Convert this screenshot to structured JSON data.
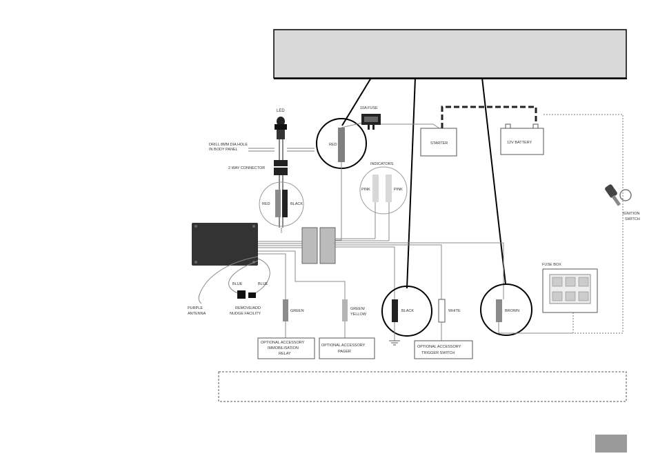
{
  "labels": {
    "led": "LED",
    "drill_line1": "DRILL 8MM DIA HOLE",
    "drill_line2": "IN BODY PANEL",
    "two_way_connector": "2 WAY CONNECTOR",
    "led_red": "RED",
    "led_black": "BLACK",
    "fuse_10a": "10A FUSE",
    "red_wire": "RED",
    "indicators": "INDICATORS",
    "pink_left": "PINK",
    "pink_right": "PINK",
    "starter": "STARTER",
    "battery": "12V BATTERY",
    "ignition_line1": "IGNITION",
    "ignition_line2": "SWITCH",
    "fuse_box": "FUSE BOX",
    "blue_left": "BLUE",
    "blue_right": "BLUE",
    "purple_line1": "PURPLE",
    "purple_line2": "ANTENNA",
    "nudge_line1": "REMOVE/ADD",
    "nudge_line2": "NUDGE FACILITY",
    "green": "GREEN",
    "green_yellow_line1": "GREEN/",
    "green_yellow_line2": "YELLOW",
    "black": "BLACK",
    "white": "WHITE",
    "brown": "BROWN",
    "relay_line1": "OPTIONAL ACCESSORY",
    "relay_line2": "IMMOBILISATION",
    "relay_line3": "RELAY",
    "pager_line1": "OPTIONAL ACCESSORY",
    "pager_line2": "PAGER",
    "trigger_line1": "OPTIONAL ACCESSORY",
    "trigger_line2": "TRIGGER SWITCH"
  },
  "colors": {
    "wire": "#8a8a8a",
    "dark_wire": "#333333",
    "red_wire": "#7f7f7f",
    "pink_wire": "#d8d8d8",
    "black_wire": "#222222",
    "green_wire": "#8c8c8c",
    "brown_wire": "#8a8a8a",
    "control_unit": "#333333",
    "page_tab": "#9a9a9a"
  },
  "icons": [
    "led-icon",
    "key-icon",
    "fuse-icon",
    "ground-icon",
    "fuse-box-icon"
  ]
}
